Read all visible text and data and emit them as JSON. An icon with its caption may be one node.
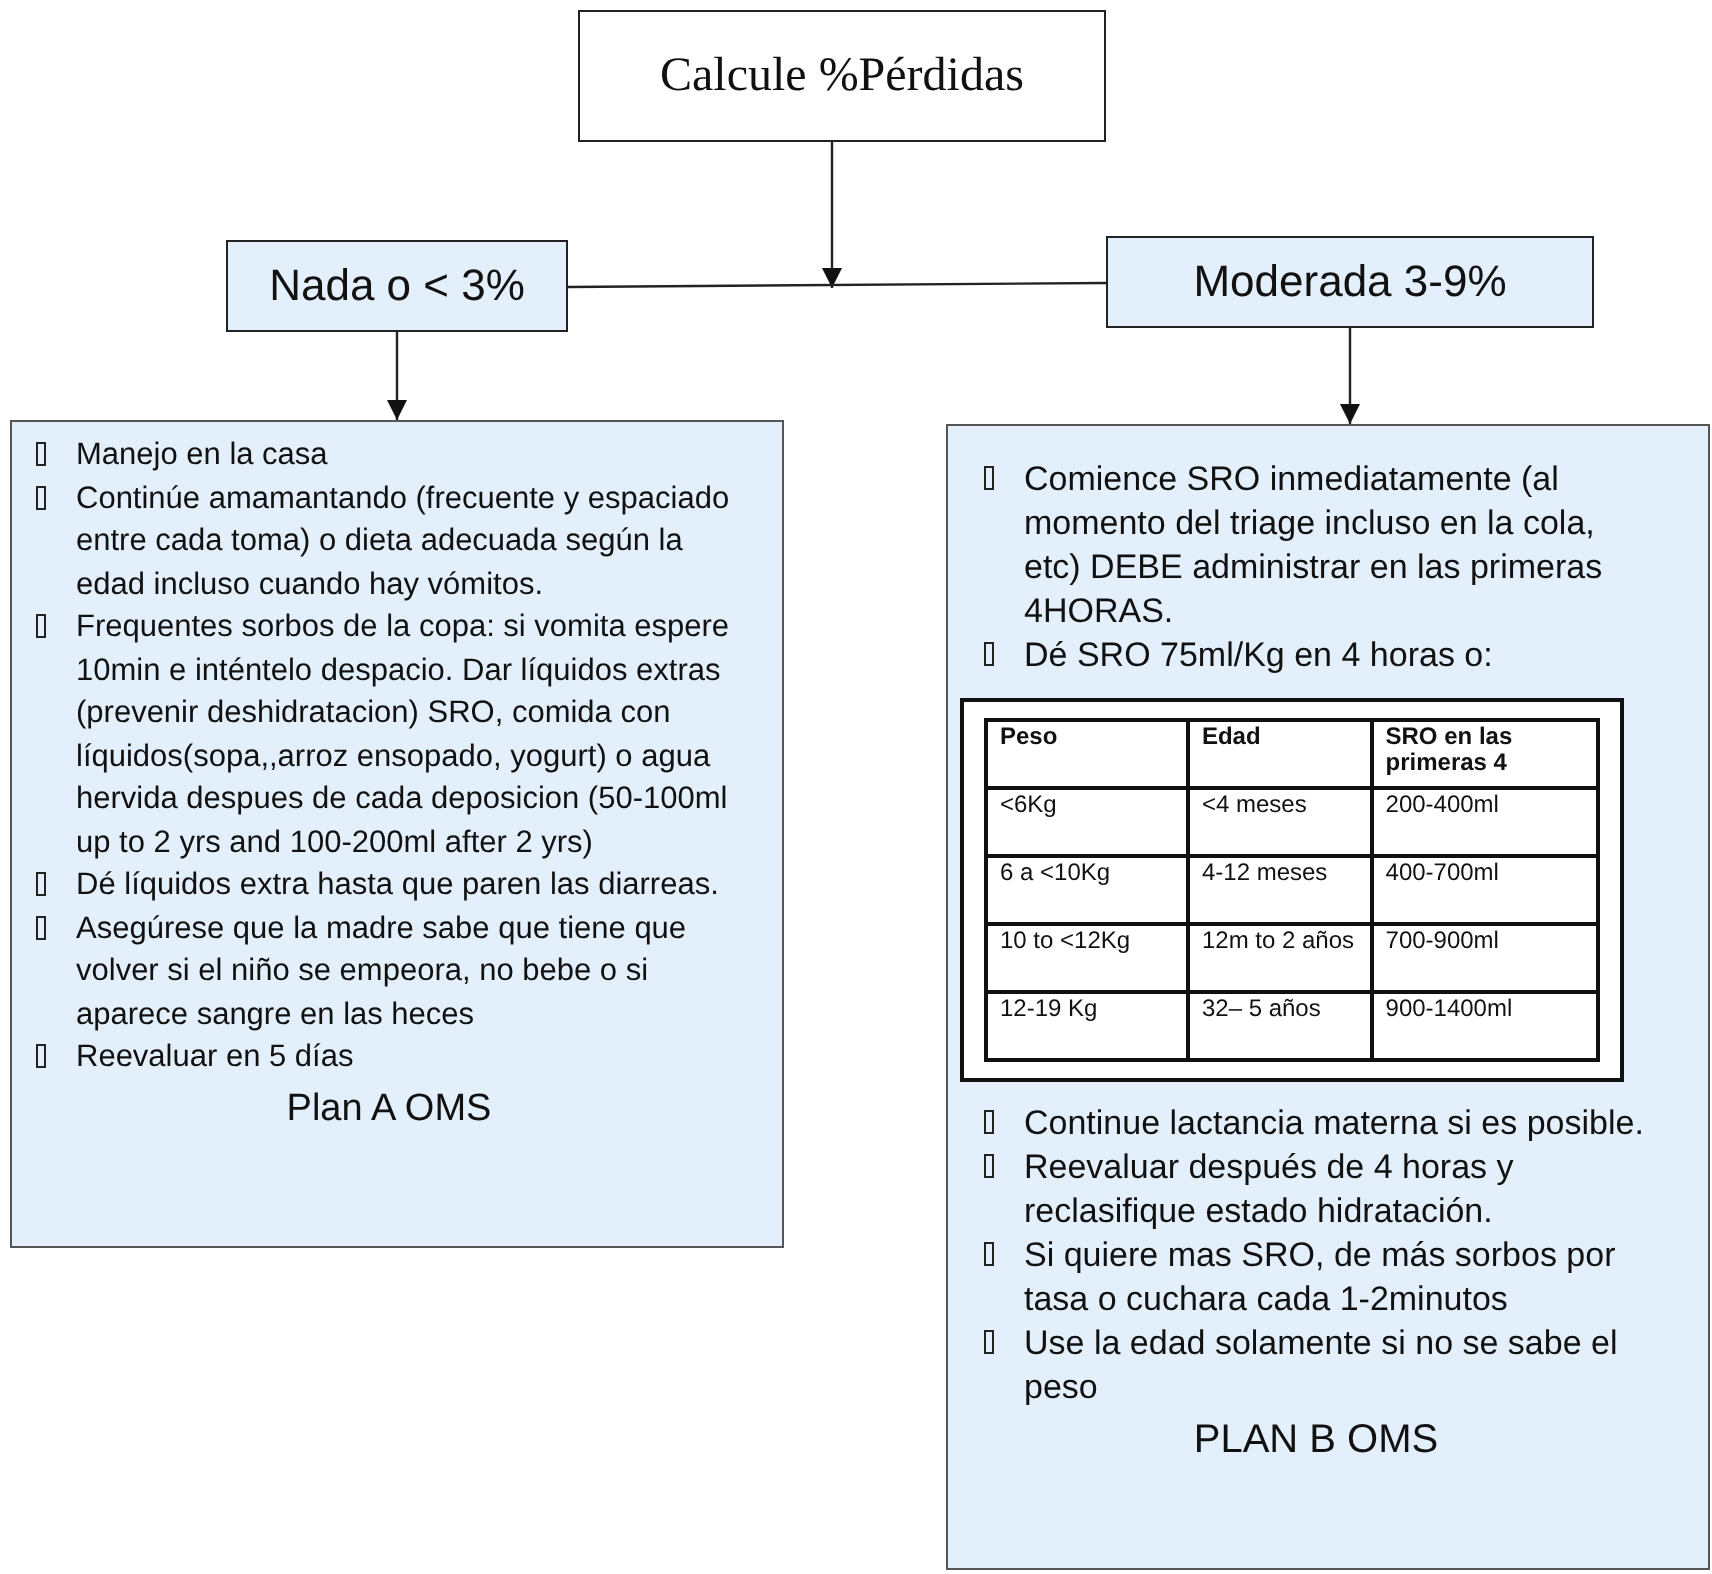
{
  "diagram": {
    "nodes": [
      {
        "text": [
          "Calcule %Pérdidas"
        ]
      },
      {
        "text": [
          "Nada o < 3%"
        ]
      },
      {
        "text": [
          "Moderada 3-9%"
        ]
      },
      {
        "text": [
          "Manejo en la casa",
          "Continúe amamantando (frecuente y espaciado entre cada toma) o dieta adecuada según la edad incluso cuando hay vómitos.",
          "Frequentes sorbos de la copa: si vomita espere 10min e inténtelo despacio. Dar líquidos extras (prevenir deshidratacion) SRO, comida con líquidos(sopa,,arroz ensopado, yogurt) o agua hervida despues de cada deposicion (50-100ml up to 2 yrs and 100-200ml after 2 yrs)",
          "Dé líquidos extra hasta que paren las diarreas.",
          "Asegúrese que la madre sabe que tiene que volver si el niño se empeora, no bebe o si aparece sangre en las heces",
          "Reevaluar en 5 días",
          "Plan A OMS"
        ]
      },
      {
        "text": [
          "Comience SRO inmediatamente (al momento del triage incluso en la cola, etc) DEBE administrar en las primeras 4HORAS.",
          "Dé SRO 75ml/Kg en 4 horas o:",
          "Continue lactancia materna si es posible.",
          "Reevaluar después de 4 horas y reclasifique estado hidratación.",
          "Si quiere mas SRO, de más sorbos por tasa o cuchara cada 1-2minutos",
          "Use la edad solamente si no se sabe el peso",
          "PLAN B OMS"
        ]
      }
    ],
    "edges": [
      {
        "from": 0,
        "to": null,
        "arrow": "to"
      },
      {
        "from": 1,
        "to": 2,
        "arrow": "none"
      },
      {
        "from": 1,
        "to": 3,
        "arrow": "to"
      },
      {
        "from": 2,
        "to": 4,
        "arrow": "to"
      }
    ],
    "labels": [
      "Peso",
      "Edad",
      "SRO en las primeras 4",
      "<6Kg",
      "<4 meses",
      "200-400ml",
      "6 a <10Kg",
      "4-12 meses",
      "400-700ml",
      "10 to <12Kg",
      "12m to 2 años",
      "700-900ml",
      "12-19 Kg",
      "32– 5 años",
      "900-1400ml"
    ]
  }
}
